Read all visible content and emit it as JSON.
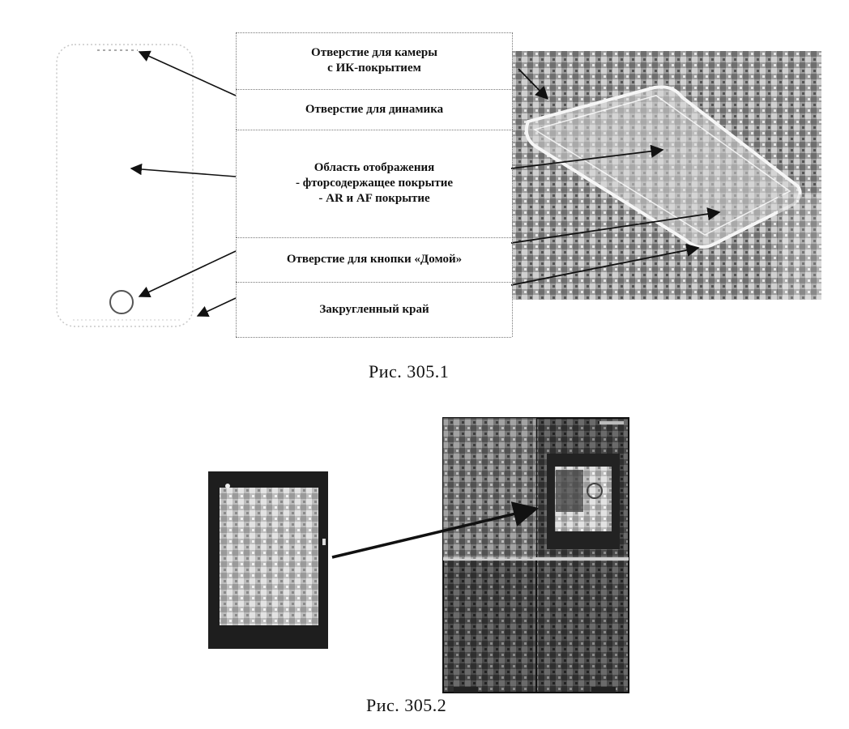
{
  "figure1": {
    "labels": [
      "Отверстие для камеры\nс ИК-покрытием",
      "Отверстие для динамика",
      "Область отображения\n- фторсодержащее покрытие\n- AR и AF покрытие",
      "Отверстие для кнопки «Домой»",
      "Закругленный край"
    ],
    "caption": "Рис. 305.1"
  },
  "figure2": {
    "caption": "Рис. 305.2"
  }
}
